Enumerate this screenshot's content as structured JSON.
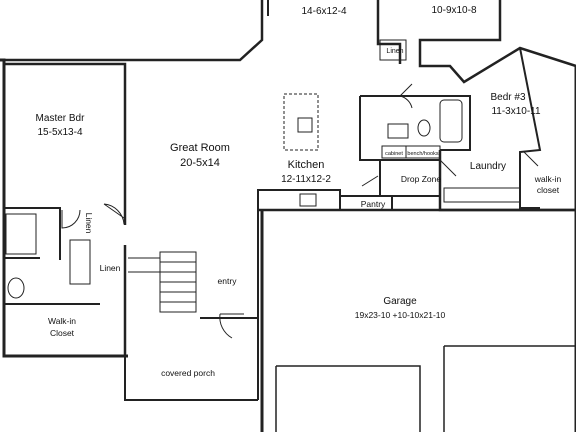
{
  "labels": {
    "top_room_dims": "14-6x12-4",
    "top_right_dims": "10-9x10-8",
    "linen_top": "Linen",
    "bedr3_name": "Bedr #3",
    "bedr3_dims": "11-3x10-11",
    "master_name": "Master Bdr",
    "master_dims": "15-5x13-4",
    "great_name": "Great Room",
    "great_dims": "20-5x14",
    "kitchen_name": "Kitchen",
    "kitchen_dims": "12-11x12-2",
    "cabinet": "cabinet",
    "benchhooks": "bench/hooks",
    "laundry": "Laundry",
    "walkin_right_1": "walk-in",
    "walkin_right_2": "closet",
    "drop_zone": "Drop Zone",
    "pantry": "Pantry",
    "linen_vertical": "Linen",
    "linen_lower": "Linen",
    "entry": "entry",
    "walkin_left_1": "Walk-in",
    "walkin_left_2": "Closet",
    "garage_name": "Garage",
    "garage_dims": "19x23-10 +10-10x21-10",
    "covered_porch": "covered porch"
  },
  "colors": {
    "wall": "#222222",
    "background": "#ffffff"
  }
}
